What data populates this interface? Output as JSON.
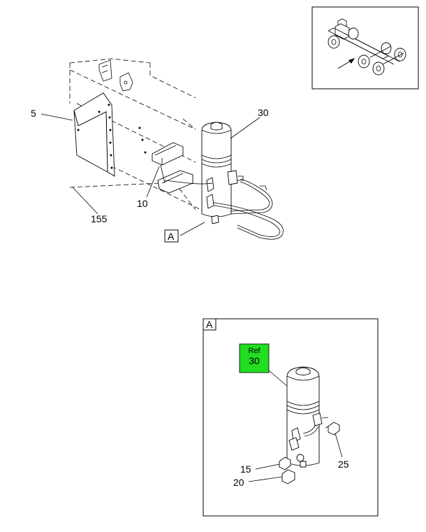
{
  "callouts": {
    "c5": "5",
    "c30": "30",
    "c10": "10",
    "c155": "155",
    "c15": "15",
    "c20": "20",
    "c25": "25"
  },
  "view_marker": "A",
  "detail": {
    "frame_label": "A",
    "ref_line1": "Ref",
    "ref_line2": "30",
    "ref_color": "#22dd22"
  }
}
